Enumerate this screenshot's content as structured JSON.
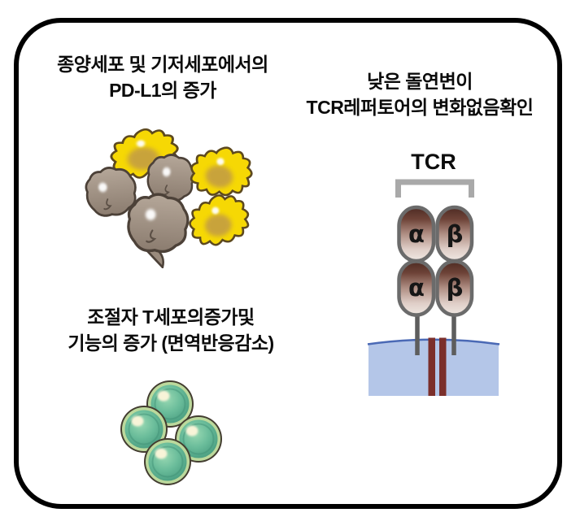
{
  "figure": {
    "top_left_caption": {
      "line1": "종양세포 및 기저세포에서의",
      "line2": "PD-L1의 증가"
    },
    "top_right_caption": {
      "line1": "낮은 돌연변이",
      "line2": "TCR레퍼토어의 변화없음확인"
    },
    "bottom_left_caption": {
      "line1": "조절자 T세포의증가및",
      "line2": "기능의 증가 (면역반응감소)"
    },
    "tcr_diagram": {
      "title": "TCR",
      "chain_labels": {
        "alpha": "α",
        "beta": "β"
      }
    },
    "colors": {
      "frame_border": "#000000",
      "tumor_cell_yellow": "#F6D804",
      "tumor_cell_outline": "#5D491F",
      "tumor_nucleus_tan": "#C49E43",
      "basal_cell_gray": "#A29385",
      "basal_cell_outline": "#4C4138",
      "treg_body_green": "#57AB8C",
      "treg_rim_green": "#BCD99C",
      "capsule_gradient_top": "#4E2B23",
      "capsule_gradient_bottom": "#EFE7E2",
      "capsule_border_gray": "#6B6B6B",
      "bracket_gray": "#A9A9A9",
      "stalk_gray": "#5D5D5D",
      "membrane_blue": "#B4C6E8",
      "membrane_edge_blue": "#4A69B5",
      "transmembrane_bar_maroon": "#7B2F2B"
    }
  }
}
